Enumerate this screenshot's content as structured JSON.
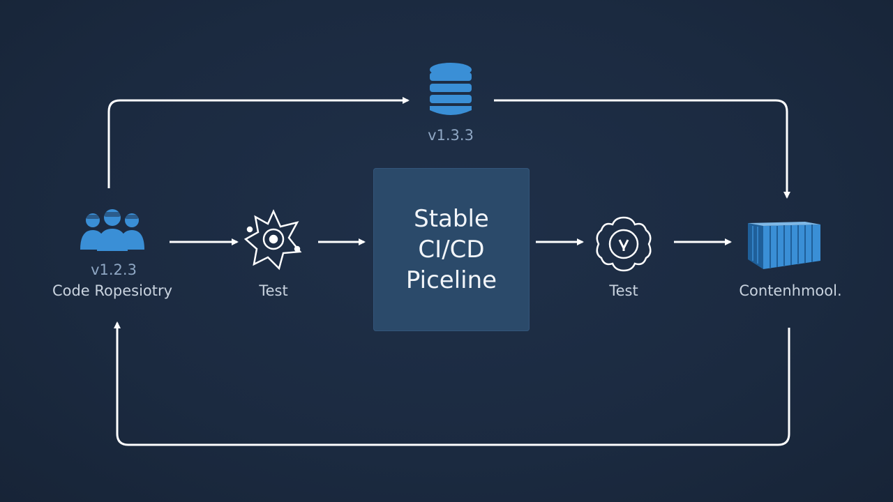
{
  "database": {
    "icon": "database-icon",
    "version": "v1.3.3"
  },
  "repository": {
    "icon": "team-icon",
    "version": "v1.2.3",
    "label": "Code Ropesiotry"
  },
  "test1": {
    "icon": "gear-star-icon",
    "label": "Test"
  },
  "pipeline": {
    "line1": "Stable",
    "line2": "CI/CD",
    "line3": "Piceline"
  },
  "test2": {
    "icon": "gear-badge-icon",
    "label": "Test"
  },
  "container": {
    "icon": "shipping-container-icon",
    "label": "Contenhmool."
  },
  "colors": {
    "background": "#1b2a40",
    "accent": "#3a8fd6",
    "box": "#2b4a6a",
    "arrow": "#ffffff"
  }
}
